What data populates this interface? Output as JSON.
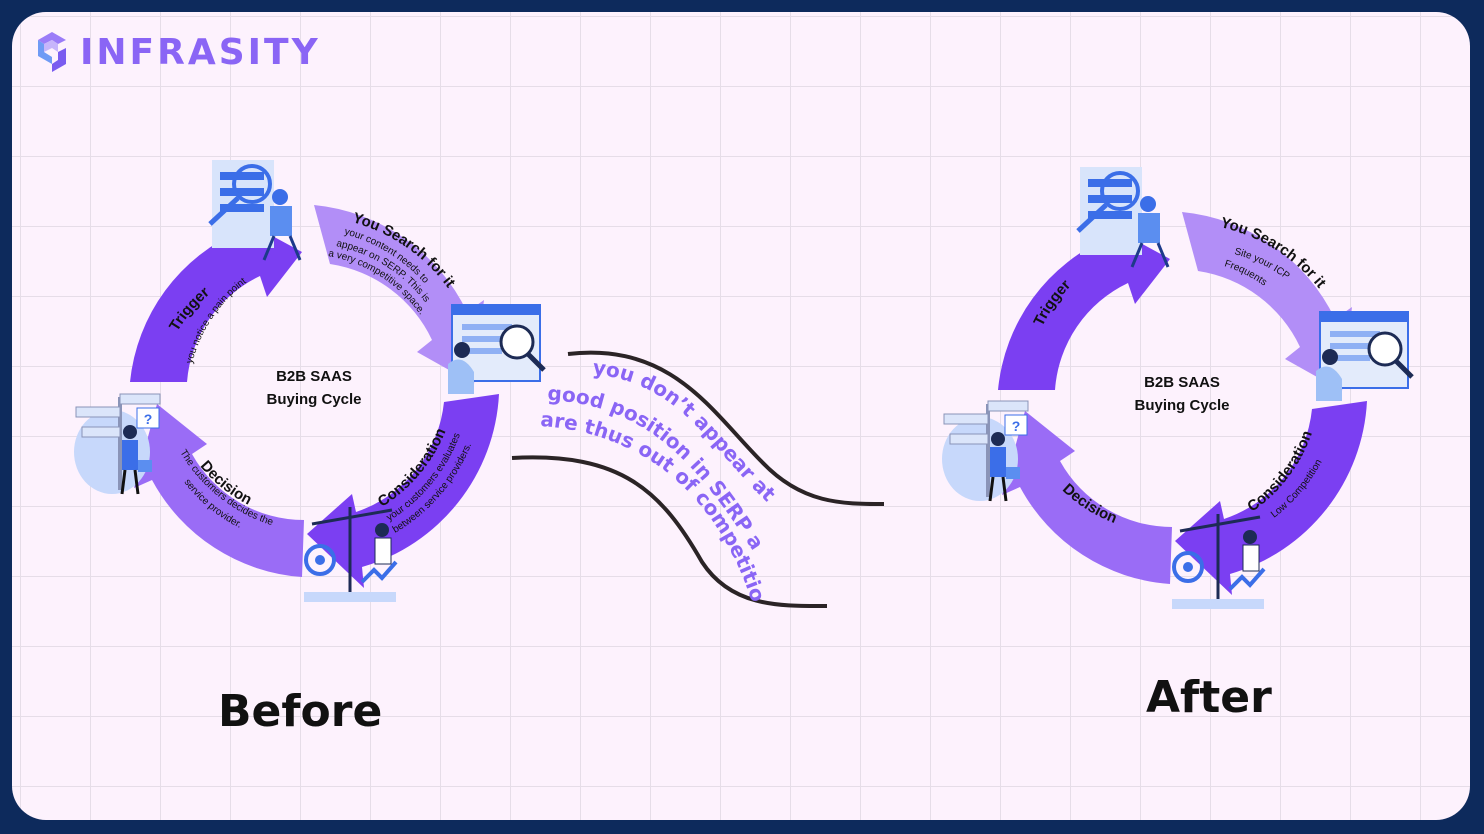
{
  "brand": {
    "name": "INFRASITY",
    "icon": "infrasity-logo-icon",
    "color": "#8a65f5"
  },
  "before": {
    "center_line1": "B2B SAAS",
    "center_line2": "Buying Cycle",
    "trigger": {
      "title": "Trigger",
      "desc": "you notice a pain point"
    },
    "search": {
      "title": "You Search for it",
      "desc": [
        "your content needs to",
        "appear on SERP. This is",
        "a very competitive space."
      ]
    },
    "consideration": {
      "title": "Consideration",
      "desc": [
        "your customers evaluates",
        "between service providers."
      ]
    },
    "decision": {
      "title": "Decision",
      "desc": [
        "The customers decides the",
        "service provider."
      ]
    },
    "caption": "Before"
  },
  "after": {
    "center_line1": "B2B SAAS",
    "center_line2": "Buying Cycle",
    "trigger": {
      "title": "Trigger"
    },
    "search": {
      "title": "You Search for it",
      "desc": [
        "Site your ICP",
        "Frequents"
      ]
    },
    "consideration": {
      "title": "Consideration",
      "desc": [
        "Low Competition"
      ]
    },
    "decision": {
      "title": "Decision"
    },
    "caption": "After"
  },
  "connector": {
    "lines": [
      "you don’t appear at a",
      "good position in SERP and",
      "are thus out of competition"
    ],
    "text_color": "#8a65f5"
  },
  "colors": {
    "arrow_dark": "#7b3ff2",
    "arrow_mid": "#9a6cf6",
    "arrow_light": "#b28ef7",
    "frame": "#0d2a5c"
  }
}
